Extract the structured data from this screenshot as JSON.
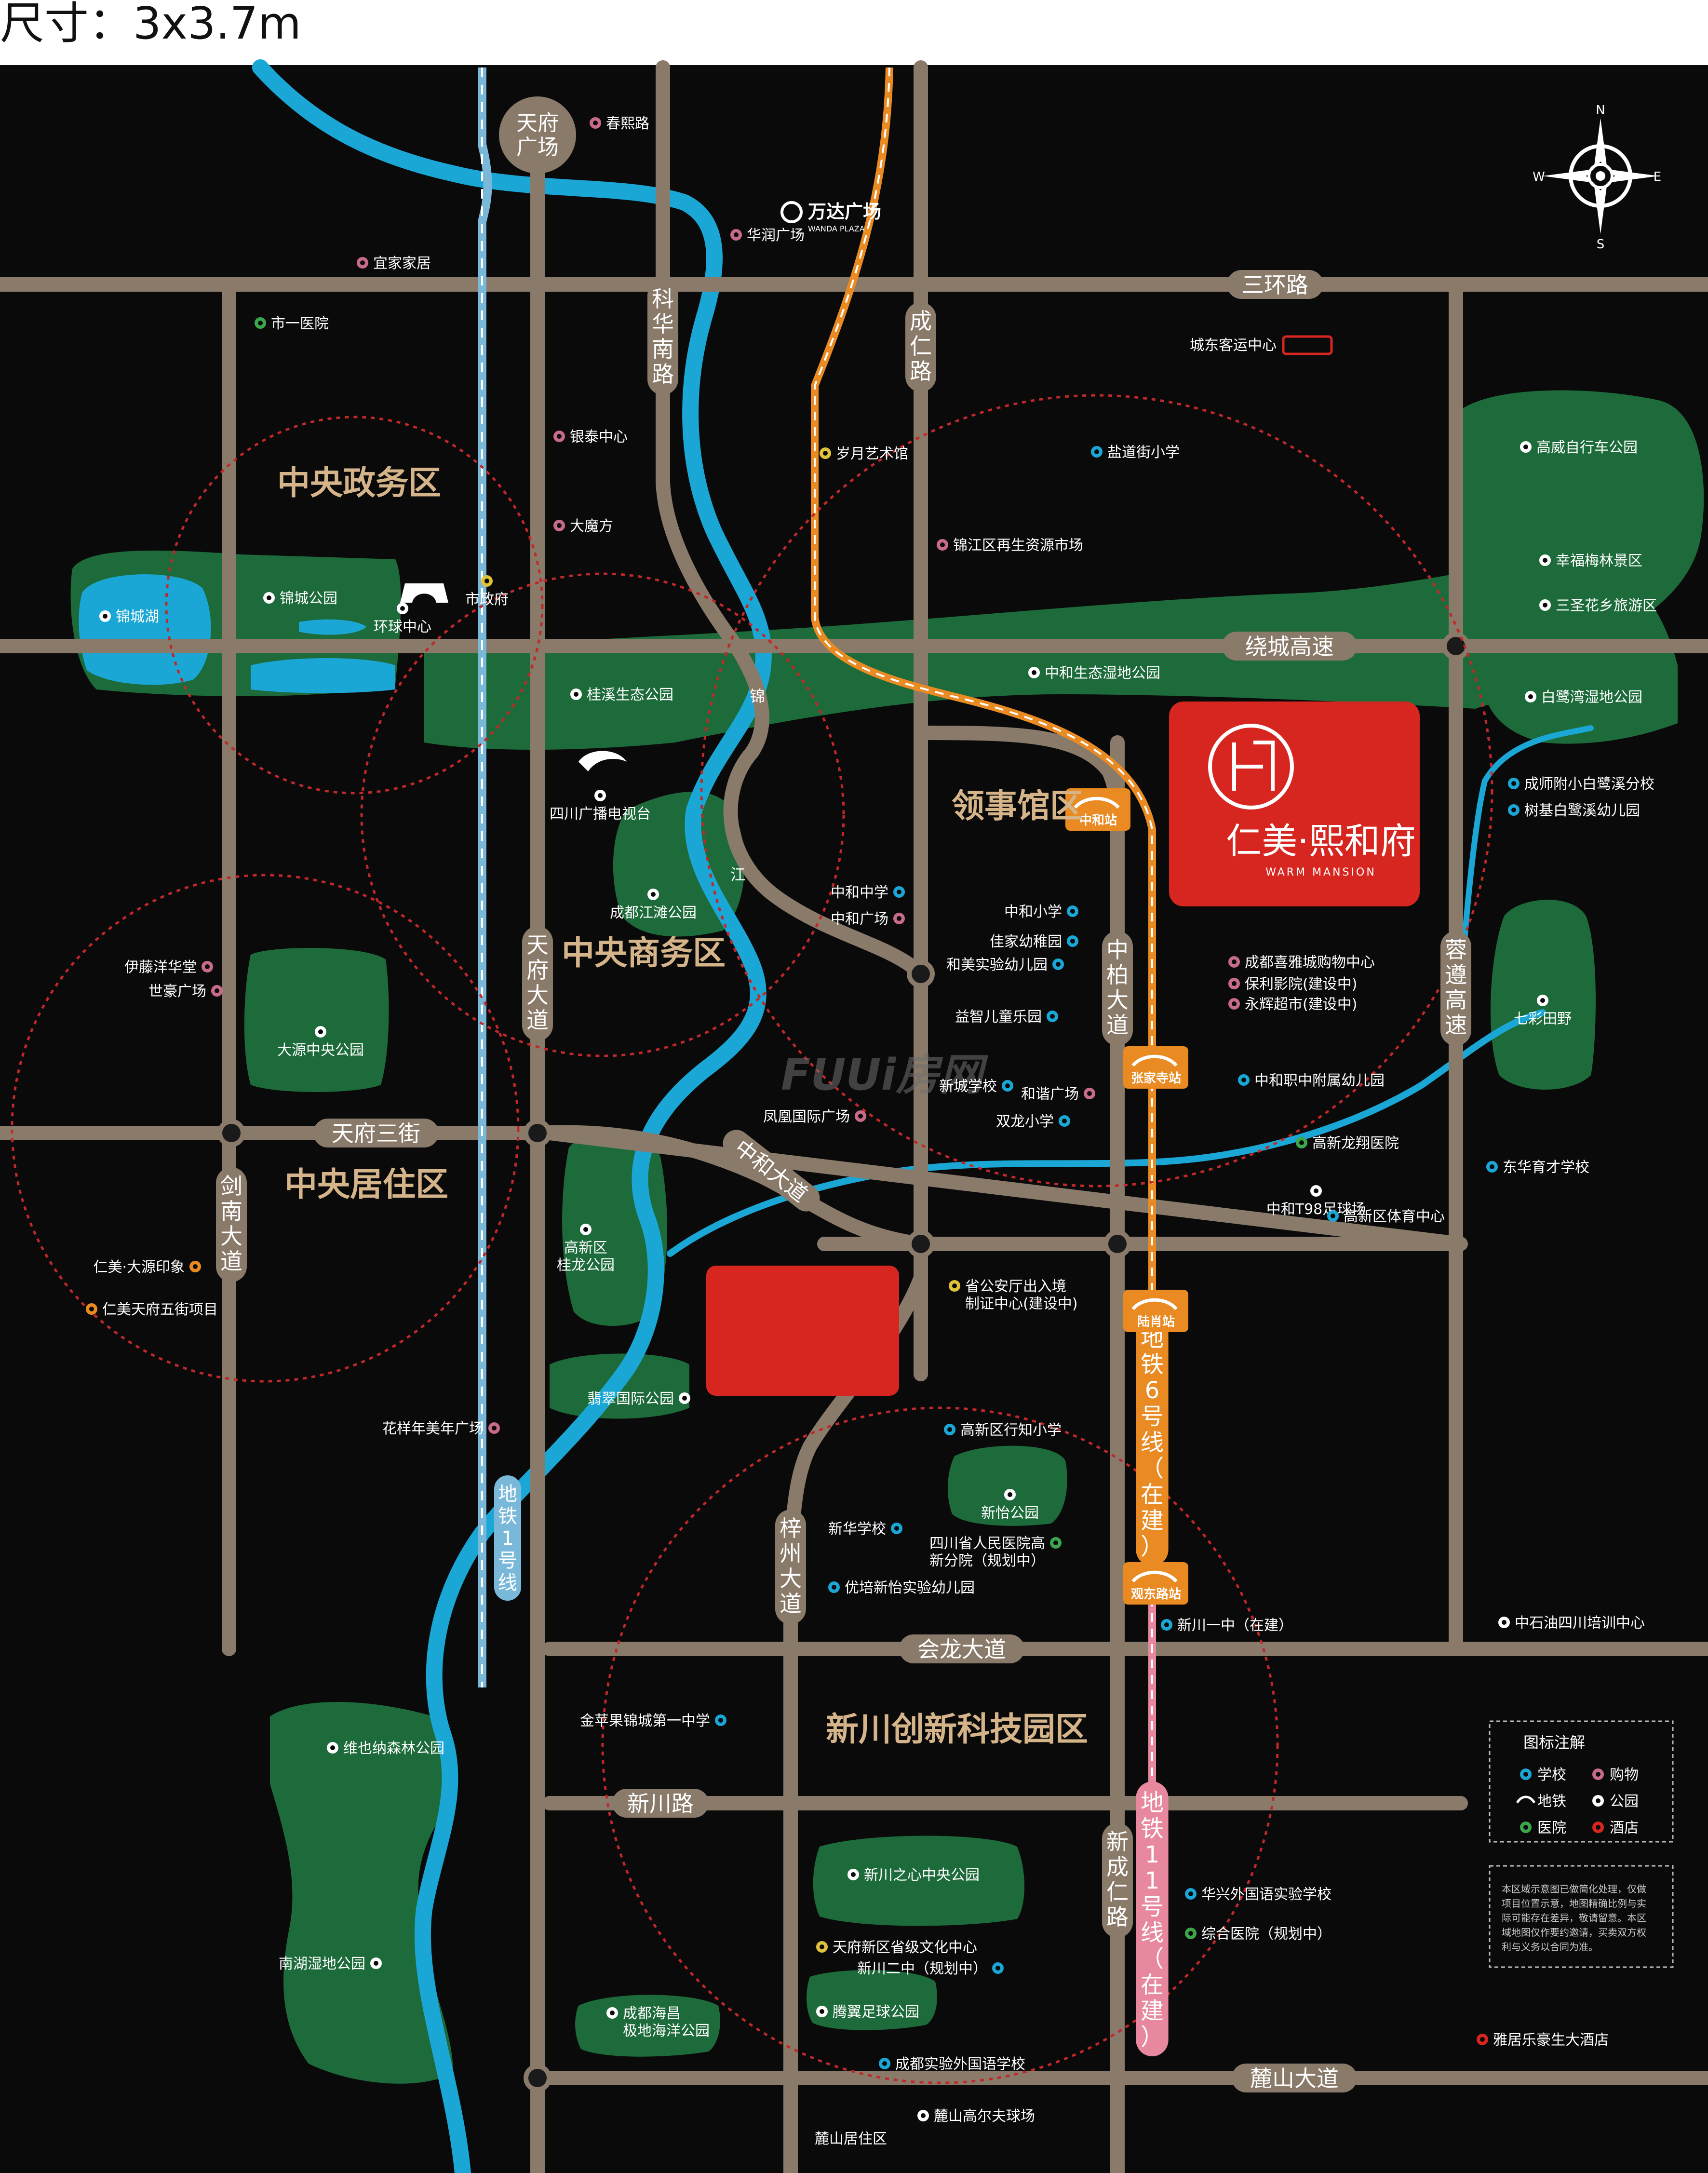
{
  "header": {
    "size_label": "尺寸：3x3.7m"
  },
  "colors": {
    "background": "#0a0a0a",
    "road": "#8a7a6a",
    "river": "#1aa7d6",
    "park": "#1d6b3a",
    "project_red": "#d6261f",
    "metro_orange": "#e98a22",
    "metro_pink": "#e7889e",
    "district_text": "#d5b48a",
    "circle": "#c0282a"
  },
  "compass": {
    "n": "N",
    "s": "S",
    "e": "E",
    "w": "W"
  },
  "roads": {
    "tianfu_square": "天府\n广场",
    "sanhuan": "三环路",
    "raocheng": "绕城高速",
    "kehua": "科华南路",
    "chengren": "成仁路",
    "tianfu_ave": "天府大道",
    "zhongbai": "中柏大道",
    "rongzun": "蓉遵高速",
    "tianfu3": "天府三街",
    "jiannan": "剑南大道",
    "zhonghe_ave": "中和大道",
    "zizhou": "梓州大道",
    "huilong": "会龙大道",
    "xinchuan": "新川路",
    "xincheng": "新成仁路",
    "lushan": "麓山大道"
  },
  "metro": {
    "line1": "地铁1号线",
    "line6": "地铁6号线（在建）",
    "line11": "地铁11号线（在建）",
    "stations": [
      "中和站",
      "张家寺站",
      "陆肖站",
      "观东路站"
    ]
  },
  "districts": [
    "中央政务区",
    "中央商务区",
    "中央居住区",
    "领事馆区",
    "新川创新科技园区"
  ],
  "river_chars": [
    "锦",
    "江"
  ],
  "project": {
    "name": "仁美·熙和府",
    "en": "WARM MANSION"
  },
  "pois": [
    {
      "label": "春熙路",
      "icon": "shop"
    },
    {
      "label": "华润广场",
      "icon": "shop"
    },
    {
      "label": "宜家家居",
      "icon": "shop"
    },
    {
      "label": "市一医院",
      "icon": "hospital"
    },
    {
      "label": "城东客运中心",
      "icon": "bus"
    },
    {
      "label": "高威自行车公园",
      "icon": "park"
    },
    {
      "label": "银泰中心",
      "icon": "shop"
    },
    {
      "label": "岁月艺术馆",
      "icon": "gov"
    },
    {
      "label": "盐道街小学",
      "icon": "school"
    },
    {
      "label": "大魔方",
      "icon": "shop"
    },
    {
      "label": "锦江区再生资源市场",
      "icon": "shop"
    },
    {
      "label": "幸福梅林景区",
      "icon": "park"
    },
    {
      "label": "三圣花乡旅游区",
      "icon": "park"
    },
    {
      "label": "锦城湖",
      "icon": "park"
    },
    {
      "label": "锦城公园",
      "icon": "park"
    },
    {
      "label": "市政府",
      "icon": "gov"
    },
    {
      "label": "环球中心",
      "icon": "landmark"
    },
    {
      "label": "中和生态湿地公园",
      "icon": "park"
    },
    {
      "label": "桂溪生态公园",
      "icon": "park"
    },
    {
      "label": "白鹭湾湿地公园",
      "icon": "park"
    },
    {
      "label": "成师附小白鹭溪分校",
      "icon": "school"
    },
    {
      "label": "树基白鹭溪幼儿园",
      "icon": "school"
    },
    {
      "label": "四川广播电视台",
      "icon": "landmark"
    },
    {
      "label": "成都江滩公园",
      "icon": "park"
    },
    {
      "label": "中和中学",
      "icon": "school"
    },
    {
      "label": "中和广场",
      "icon": "shop"
    },
    {
      "label": "中和小学",
      "icon": "school"
    },
    {
      "label": "佳家幼稚园",
      "icon": "school"
    },
    {
      "label": "和美实验幼儿园",
      "icon": "school"
    },
    {
      "label": "成都喜雅城购物中心",
      "icon": "shop"
    },
    {
      "label": "保利影院(建设中)",
      "icon": "shop"
    },
    {
      "label": "永辉超市(建设中)",
      "icon": "shop"
    },
    {
      "label": "七彩田野",
      "icon": "park"
    },
    {
      "label": "伊藤洋华堂",
      "icon": "shop"
    },
    {
      "label": "世豪广场",
      "icon": "shop"
    },
    {
      "label": "大源中央公园",
      "icon": "park"
    },
    {
      "label": "益智儿童乐园",
      "icon": "school"
    },
    {
      "label": "新城学校",
      "icon": "school"
    },
    {
      "label": "和谐广场",
      "icon": "shop"
    },
    {
      "label": "凤凰国际广场",
      "icon": "shop"
    },
    {
      "label": "双龙小学",
      "icon": "school"
    },
    {
      "label": "中和职中附属幼儿园",
      "icon": "school"
    },
    {
      "label": "高新龙翔医院",
      "icon": "hospital"
    },
    {
      "label": "中和T98足球场",
      "icon": "sport"
    },
    {
      "label": "东华育才学校",
      "icon": "school"
    },
    {
      "label": "高新区体育中心",
      "icon": "school"
    },
    {
      "label": "高新区\n桂龙公园",
      "icon": "park"
    },
    {
      "label": "仁美·大源印象",
      "icon": "project"
    },
    {
      "label": "仁美天府五街项目",
      "icon": "project"
    },
    {
      "label": "省公安厅出入境\n制证中心(建设中)",
      "icon": "gov"
    },
    {
      "label": "翡翠国际公园",
      "icon": "park"
    },
    {
      "label": "花样年美年广场",
      "icon": "shop"
    },
    {
      "label": "高新区行知小学",
      "icon": "school"
    },
    {
      "label": "新怡公园",
      "icon": "park"
    },
    {
      "label": "新华学校",
      "icon": "school"
    },
    {
      "label": "四川省人民医院高\n新分院（规划中）",
      "icon": "hospital"
    },
    {
      "label": "优培新怡实验幼儿园",
      "icon": "school"
    },
    {
      "label": "新川一中（在建）",
      "icon": "school"
    },
    {
      "label": "中石油四川培训中心",
      "icon": "landmark"
    },
    {
      "label": "金苹果锦城第一中学",
      "icon": "school"
    },
    {
      "label": "维也纳森林公园",
      "icon": "park"
    },
    {
      "label": "新川之心中央公园",
      "icon": "park"
    },
    {
      "label": "华兴外国语实验学校",
      "icon": "school"
    },
    {
      "label": "综合医院（规划中）",
      "icon": "hospital"
    },
    {
      "label": "天府新区省级文化中心",
      "icon": "gov"
    },
    {
      "label": "新川二中（规划中）",
      "icon": "school"
    },
    {
      "label": "南湖湿地公园",
      "icon": "park"
    },
    {
      "label": "腾翼足球公园",
      "icon": "park"
    },
    {
      "label": "成都海昌\n极地海洋公园",
      "icon": "park"
    },
    {
      "label": "成都实验外国语学校",
      "icon": "school"
    },
    {
      "label": "雅居乐豪生大酒店",
      "icon": "hotel"
    },
    {
      "label": "麓山高尔夫球场",
      "icon": "sport"
    },
    {
      "label": "麓山居住区",
      "icon": "none"
    }
  ],
  "brand": {
    "wanda": "万达广场",
    "wanda_en": "WANDA PLAZA",
    "watermark": "FUUi房网"
  },
  "legend": {
    "title": "图标注解",
    "items": [
      {
        "icon": "school",
        "label": "学校"
      },
      {
        "icon": "shop",
        "label": "购物"
      },
      {
        "icon": "metro",
        "label": "地铁"
      },
      {
        "icon": "park",
        "label": "公园"
      },
      {
        "icon": "hospital",
        "label": "医院"
      },
      {
        "icon": "hotel",
        "label": "酒店"
      }
    ],
    "disclaimer": "本区域示意图已做简化处理，仅做\n项目位置示意，地图精确比例与实\n际可能存在差异，敬请留意。本区\n域地图仅作要约邀请，买卖双方权\n利与义务以合同为准。"
  }
}
